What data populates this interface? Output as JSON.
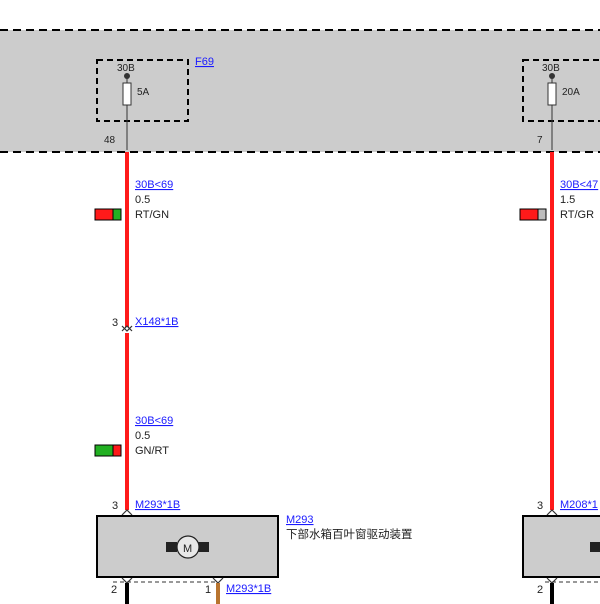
{
  "header_band": {
    "left_fuse": {
      "fuse_link": "F69",
      "terminal": "30B",
      "rating": "5A",
      "pin": "48"
    },
    "right_fuse": {
      "terminal": "30B",
      "rating": "20A",
      "pin": "7"
    }
  },
  "left_circuit": {
    "wire_top": {
      "link": "30B<69",
      "gauge": "0.5",
      "color_code": "RT/GN",
      "swatch_colors": [
        "#ff1a1a",
        "#22b022"
      ]
    },
    "connector": {
      "pin": "3",
      "link": "X148*1B"
    },
    "wire_bottom": {
      "link": "30B<69",
      "gauge": "0.5",
      "color_code": "GN/RT",
      "swatch_colors": [
        "#22b022",
        "#ff1a1a"
      ]
    },
    "component": {
      "input_pin": "3",
      "input_link": "M293*1B",
      "id_link": "M293",
      "name": "下部水箱百叶窗驱动装置",
      "motor_symbol": "M",
      "bottom_pin_left": "2",
      "bottom_pin_right": "1",
      "bottom_link": "M293*1B"
    }
  },
  "right_circuit": {
    "wire": {
      "link": "30B<47",
      "gauge": "1.5",
      "color_code": "RT/GR",
      "swatch_colors": [
        "#ff1a1a",
        "#bdbdbd"
      ]
    },
    "component": {
      "input_pin": "3",
      "input_link": "M208*1",
      "bottom_pin": "2"
    }
  },
  "colors": {
    "band_fill": "#cccccc",
    "wire_red": "#ff1a1a",
    "wire_brown": "#b8742f",
    "link_blue": "#1a1aff"
  }
}
